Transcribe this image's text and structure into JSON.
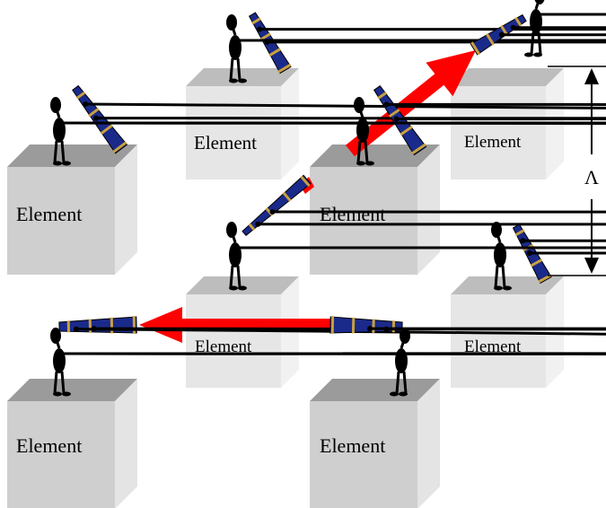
{
  "diagram": {
    "element_label": "Element",
    "spacing_label": "Λ",
    "colors": {
      "cube_front": "#cfcfcf",
      "cube_side": "#e4e4e4",
      "cube_top": "#9b9b9b",
      "cube_front_far": "#e6e6e6",
      "cube_side_far": "#f1f1f1",
      "cube_top_far": "#bdbdbd",
      "arrow": "#ff0000",
      "telescope": "#1a2a8a",
      "telescope_bands": "#c8a040",
      "figure": "#000000"
    },
    "elements": [
      {
        "id": "front-left-top"
      },
      {
        "id": "back-top"
      },
      {
        "id": "front-center-top"
      },
      {
        "id": "back-right-top"
      },
      {
        "id": "back-center-bottom"
      },
      {
        "id": "back-right-bottom"
      },
      {
        "id": "front-left-bottom"
      },
      {
        "id": "front-center-bottom"
      }
    ],
    "observers": [
      {
        "id": "observer-front-left-top",
        "pose": "scope-up-right"
      },
      {
        "id": "observer-back-top",
        "pose": "scope-up-right"
      },
      {
        "id": "observer-front-center-top",
        "pose": "scope-up-right"
      },
      {
        "id": "observer-back-right-top",
        "pose": "scope-left-up"
      },
      {
        "id": "observer-back-center-bottom",
        "pose": "scope-up-right"
      },
      {
        "id": "observer-back-right-bottom",
        "pose": "scope-up"
      },
      {
        "id": "observer-front-left-bottom",
        "pose": "scope-right"
      },
      {
        "id": "observer-front-center-bottom",
        "pose": "scope-left"
      }
    ]
  }
}
